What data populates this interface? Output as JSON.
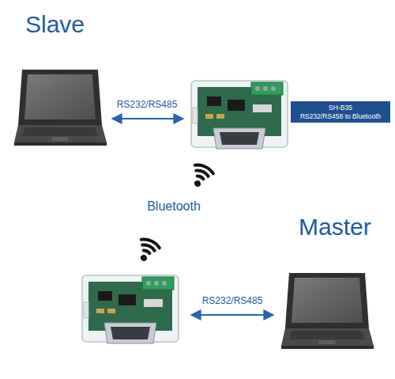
{
  "diagram": {
    "nodes": [
      {
        "text": [
          "SH-B35",
          "RS232/RS458 to Bluetooth"
        ]
      }
    ],
    "labels": [
      "Slave",
      "RS232/RS485",
      "Bluetooth",
      "Master",
      "RS232/RS485"
    ]
  }
}
